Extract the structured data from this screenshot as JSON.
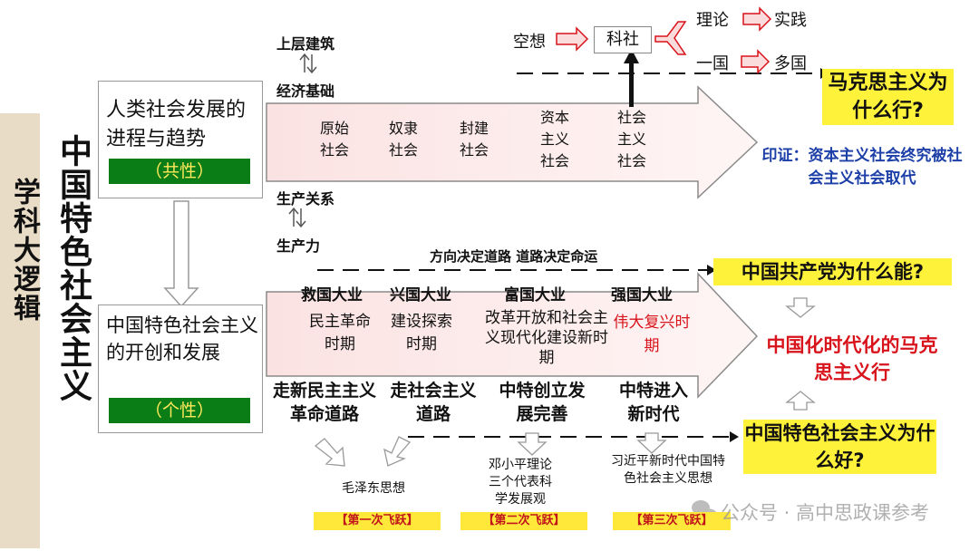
{
  "side_title": "学科大逻辑",
  "main_title": "中国特色社会主义",
  "boxes": {
    "upper_text": "人类社会发展的进程与趋势",
    "upper_tag": "（共性）",
    "lower_text": "中国特色社会主义的开创和发展",
    "lower_tag": "（个性）"
  },
  "labels": {
    "superstructure": "上层建筑",
    "economic_base": "经济基础",
    "relations": "生产关系",
    "forces": "生产力"
  },
  "top_flow": {
    "utopia": "空想",
    "scientific": "科社",
    "theory": "理论",
    "practice": "实践",
    "one_country": "一国",
    "many_countries": "多国"
  },
  "upper_arrow": {
    "stages": [
      "原始社会",
      "奴隶社会",
      "封建社会",
      "资本主义社会",
      "社会主义社会"
    ]
  },
  "questions": {
    "marxism": "马克思主义为什么行?",
    "proof": "印证：资本主义社会终究被社会主义社会取代",
    "party": "中国共产党为什么能?",
    "sinicized": "中国化时代化的马克思主义行",
    "socialism": "中国特色社会主义为什么好?"
  },
  "lower_arrow": {
    "direction": "方向决定道路 道路决定命运",
    "eras": [
      "救国大业",
      "兴国大业",
      "富国大业",
      "强国大业"
    ],
    "periods": [
      "民主革命时期",
      "建设探索时期",
      "改革开放和社会主义现代化建设新时期",
      "伟大复兴时期"
    ]
  },
  "roads": [
    "走新民主主义革命道路",
    "走社会主义道路",
    "中特创立发展完善",
    "中特进入新时代"
  ],
  "theories": [
    "毛泽东思想",
    "邓小平理论三个代表科学发展观",
    "习近平新时代中国特色社会主义思想"
  ],
  "jumps": [
    "【第一次飞跃】",
    "【第二次飞跃】",
    "【第三次飞跃】"
  ],
  "watermark": "公众号 · 高中思政课参考",
  "colors": {
    "arrow_fill": "#fbe5e5",
    "green": "#0a7d17",
    "highlight": "#fff23a",
    "red": "#d8131b",
    "blue": "#1c3fa8"
  }
}
